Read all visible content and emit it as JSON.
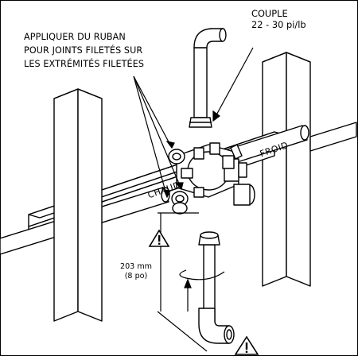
{
  "instructions": {
    "tape_note": [
      "APPLIQUER DU RUBAN",
      "POUR JOINTS FILETÉS SUR",
      "LES EXTRÉMITÉS FILETÉES"
    ],
    "torque_title": "COUPLE",
    "torque_value": "22 - 30 pi/lb"
  },
  "labels": {
    "hot": "CHAUD",
    "cold": "FROID",
    "length_metric": "203 mm",
    "length_imperial": "(8 po)"
  },
  "icons": {
    "warning": "warning-triangle-icon"
  },
  "colors": {
    "line": "#000000",
    "background": "#ffffff"
  }
}
